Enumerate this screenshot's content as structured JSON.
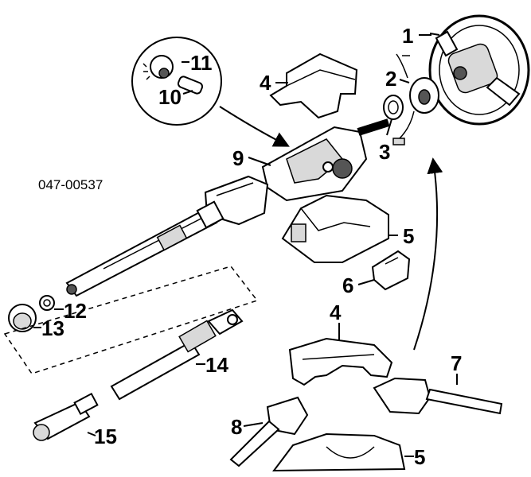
{
  "diagram": {
    "part_code": "047-00537",
    "callouts": [
      "1",
      "2",
      "3",
      "4",
      "5",
      "6",
      "7",
      "8",
      "9",
      "10",
      "11",
      "12",
      "13",
      "14",
      "15"
    ],
    "second_callouts": [
      "4",
      "5"
    ]
  }
}
